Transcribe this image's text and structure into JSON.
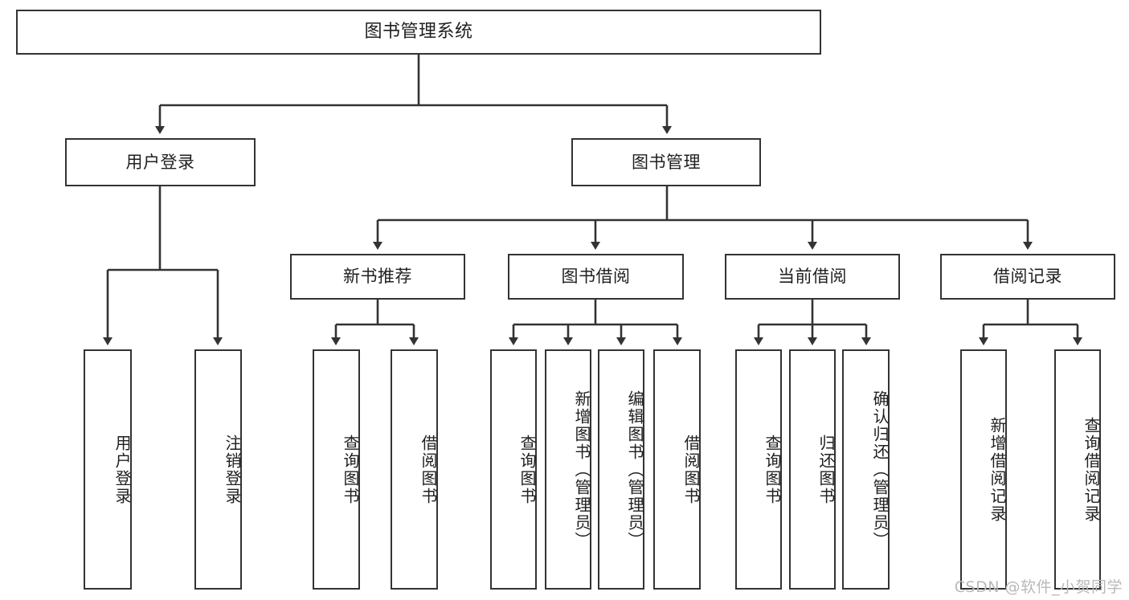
{
  "diagram": {
    "title": "图书管理系统",
    "type": "tree-hierarchy-chart",
    "root": {
      "label": "图书管理系统"
    },
    "level2": [
      {
        "label": "用户登录"
      },
      {
        "label": "图书管理"
      }
    ],
    "level3": [
      {
        "label": "新书推荐"
      },
      {
        "label": "图书借阅"
      },
      {
        "label": "当前借阅"
      },
      {
        "label": "借阅记录"
      }
    ],
    "leaves": {
      "user_login": [
        {
          "label": "用户登录"
        },
        {
          "label": "注销登录"
        }
      ],
      "new_book_recommend": [
        {
          "label": "查询图书"
        },
        {
          "label": "借阅图书"
        }
      ],
      "book_borrow": [
        {
          "label": "查询图书"
        },
        {
          "label": "新增图书（管理员）"
        },
        {
          "label": "编辑图书（管理员）"
        },
        {
          "label": "借阅图书"
        }
      ],
      "current_borrow": [
        {
          "label": "查询图书"
        },
        {
          "label": "归还图书"
        },
        {
          "label": "确认归还（管理员）"
        }
      ],
      "borrow_record": [
        {
          "label": "新增借阅记录"
        },
        {
          "label": "查询借阅记录"
        }
      ]
    }
  },
  "watermark": {
    "text": "CSDN @软件_小贺同学"
  },
  "colors": {
    "stroke": "#333333",
    "background": "#ffffff",
    "text": "#1f1f1f",
    "watermark": "#b9b9b9"
  }
}
